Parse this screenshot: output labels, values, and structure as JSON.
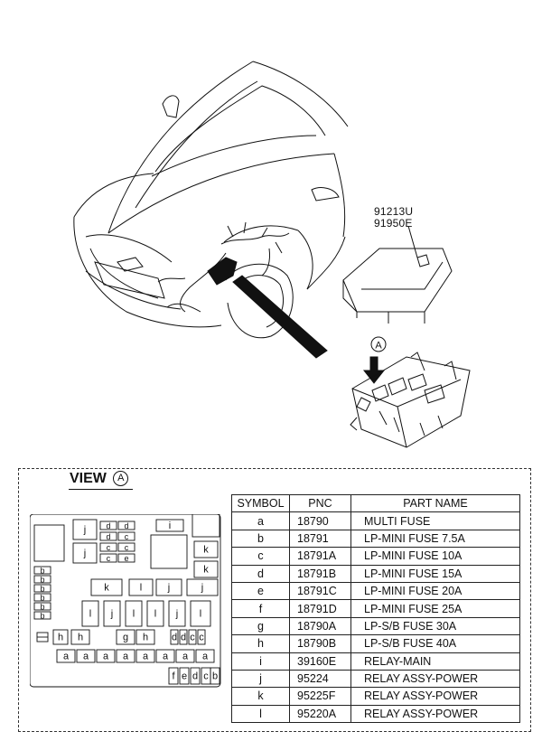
{
  "part_numbers": [
    "91213U",
    "91950E"
  ],
  "callout_letter": "A",
  "view": {
    "label": "VIEW",
    "letter": "A"
  },
  "table": {
    "headers": {
      "symbol": "SYMBOL",
      "pnc": "PNC",
      "part_name": "PART NAME"
    },
    "rows": [
      {
        "symbol": "a",
        "pnc": "18790",
        "part_name": "MULTI FUSE"
      },
      {
        "symbol": "b",
        "pnc": "18791",
        "part_name": "LP-MINI FUSE 7.5A"
      },
      {
        "symbol": "c",
        "pnc": "18791A",
        "part_name": "LP-MINI FUSE 10A"
      },
      {
        "symbol": "d",
        "pnc": "18791B",
        "part_name": "LP-MINI FUSE 15A"
      },
      {
        "symbol": "e",
        "pnc": "18791C",
        "part_name": "LP-MINI FUSE 20A"
      },
      {
        "symbol": "f",
        "pnc": "18791D",
        "part_name": "LP-MINI FUSE 25A"
      },
      {
        "symbol": "g",
        "pnc": "18790A",
        "part_name": "LP-S/B FUSE 30A"
      },
      {
        "symbol": "h",
        "pnc": "18790B",
        "part_name": "LP-S/B FUSE 40A"
      },
      {
        "symbol": "i",
        "pnc": "39160E",
        "part_name": "RELAY-MAIN"
      },
      {
        "symbol": "j",
        "pnc": "95224",
        "part_name": "RELAY ASSY-POWER"
      },
      {
        "symbol": "k",
        "pnc": "95225F",
        "part_name": "RELAY ASSY-POWER"
      },
      {
        "symbol": "l",
        "pnc": "95220A",
        "part_name": "RELAY ASSY-POWER"
      }
    ]
  }
}
